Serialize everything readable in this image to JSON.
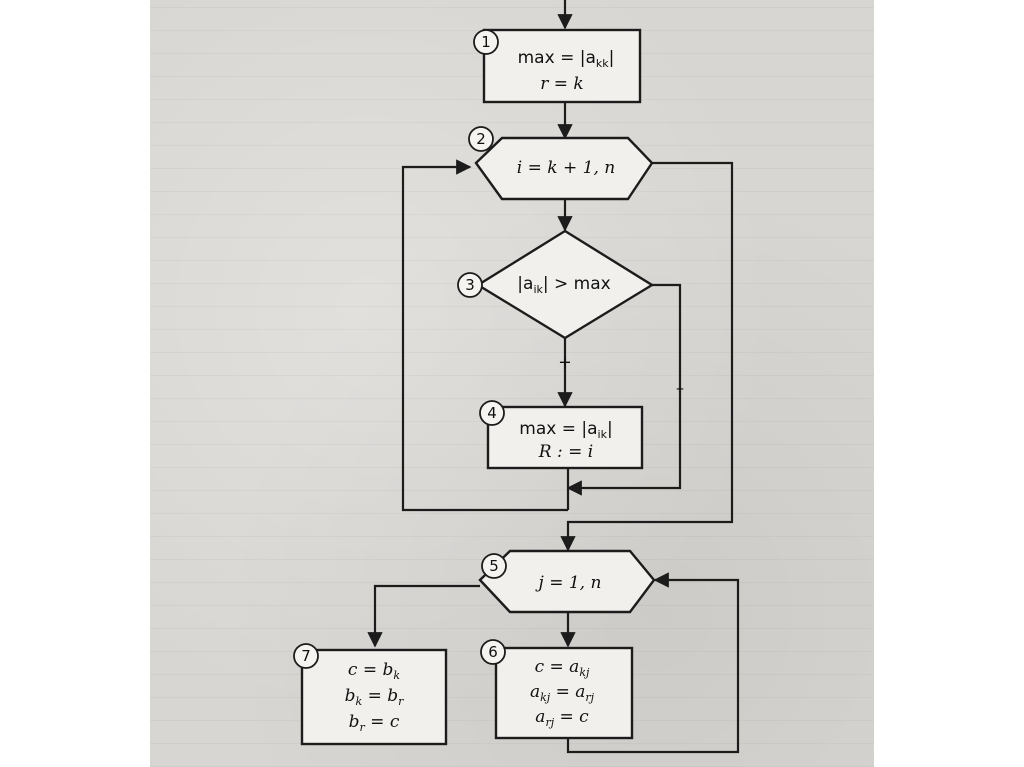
{
  "blocks": {
    "b1": {
      "num": "1",
      "line1": "max = |a",
      "line1_sub": "kk",
      "line1_end": "|",
      "line2": "r = k"
    },
    "b2": {
      "num": "2",
      "line1": "i = k + 1, n"
    },
    "b3": {
      "num": "3",
      "line1": "|a",
      "line1_sub": "ik",
      "line1_end": "| > max"
    },
    "b4": {
      "num": "4",
      "line1": "max = |a",
      "line1_sub": "ik",
      "line1_end": "|",
      "line2": "R : = i"
    },
    "b5": {
      "num": "5",
      "line1": "j = 1, n"
    },
    "b6": {
      "num": "6",
      "line1": "c = a",
      "line1_sub": "kj",
      "line2": "a",
      "line2_sub": "kj",
      "line2_mid": " = a",
      "line2_sub2": "rj",
      "line3": "a",
      "line3_sub": "rj",
      "line3_end": " = c"
    },
    "b7": {
      "num": "7",
      "line1": "c = b",
      "line1_sub": "k",
      "line2": "b",
      "line2_sub": "k",
      "line2_mid": " = b",
      "line2_sub2": "r",
      "line3": "b",
      "line3_sub": "r",
      "line3_end": " = c"
    }
  },
  "branch_labels": {
    "yes": "+",
    "no": "–"
  }
}
